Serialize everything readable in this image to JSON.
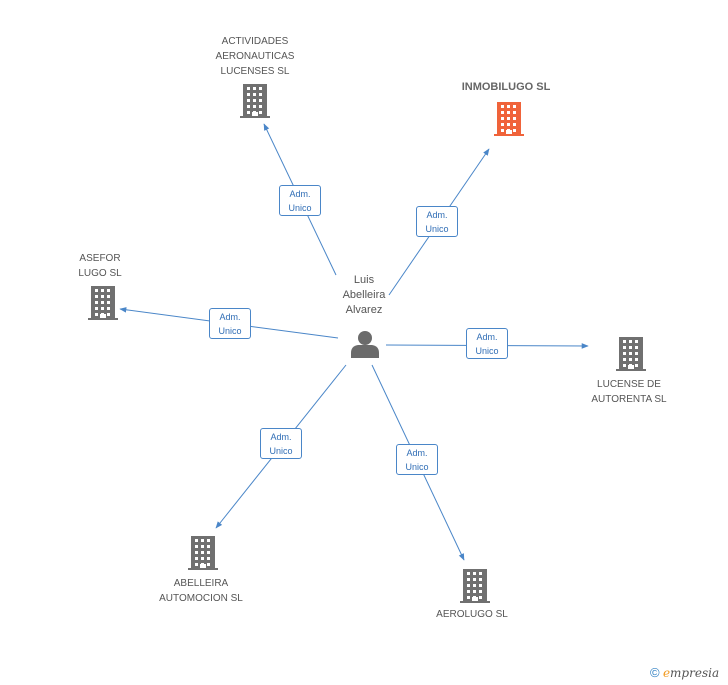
{
  "person": {
    "name": "Luis\nAbelleira\nAlvarez"
  },
  "companies": [
    {
      "key": "actividades",
      "label": "ACTIVIDADES\nAERONAUTICAS\nLUCENSES SL",
      "highlight": false
    },
    {
      "key": "inmobilugo",
      "label": "INMOBILUGO SL",
      "highlight": true
    },
    {
      "key": "asefor",
      "label": "ASEFOR\nLUGO SL",
      "highlight": false
    },
    {
      "key": "lucense",
      "label": "LUCENSE DE\nAUTORENTA SL",
      "highlight": false
    },
    {
      "key": "abelleira",
      "label": "ABELLEIRA\nAUTOMOCION SL",
      "highlight": false
    },
    {
      "key": "aerolugo",
      "label": "AEROLUGO SL",
      "highlight": false
    }
  ],
  "roles": [
    {
      "to": "actividades",
      "label": "Adm.\nUnico"
    },
    {
      "to": "inmobilugo",
      "label": "Adm.\nUnico"
    },
    {
      "to": "asefor",
      "label": "Adm.\nUnico"
    },
    {
      "to": "lucense",
      "label": "Adm.\nUnico"
    },
    {
      "to": "abelleira",
      "label": "Adm.\nUnico"
    },
    {
      "to": "aerolugo",
      "label": "Adm.\nUnico"
    }
  ],
  "colors": {
    "edge": "#4a86c8",
    "building": "#707070",
    "building_highlight": "#f0633a",
    "person": "#6b6b6b"
  },
  "footer": {
    "copyright": "©",
    "brand_initial": "e",
    "brand_rest": "mpresia"
  }
}
